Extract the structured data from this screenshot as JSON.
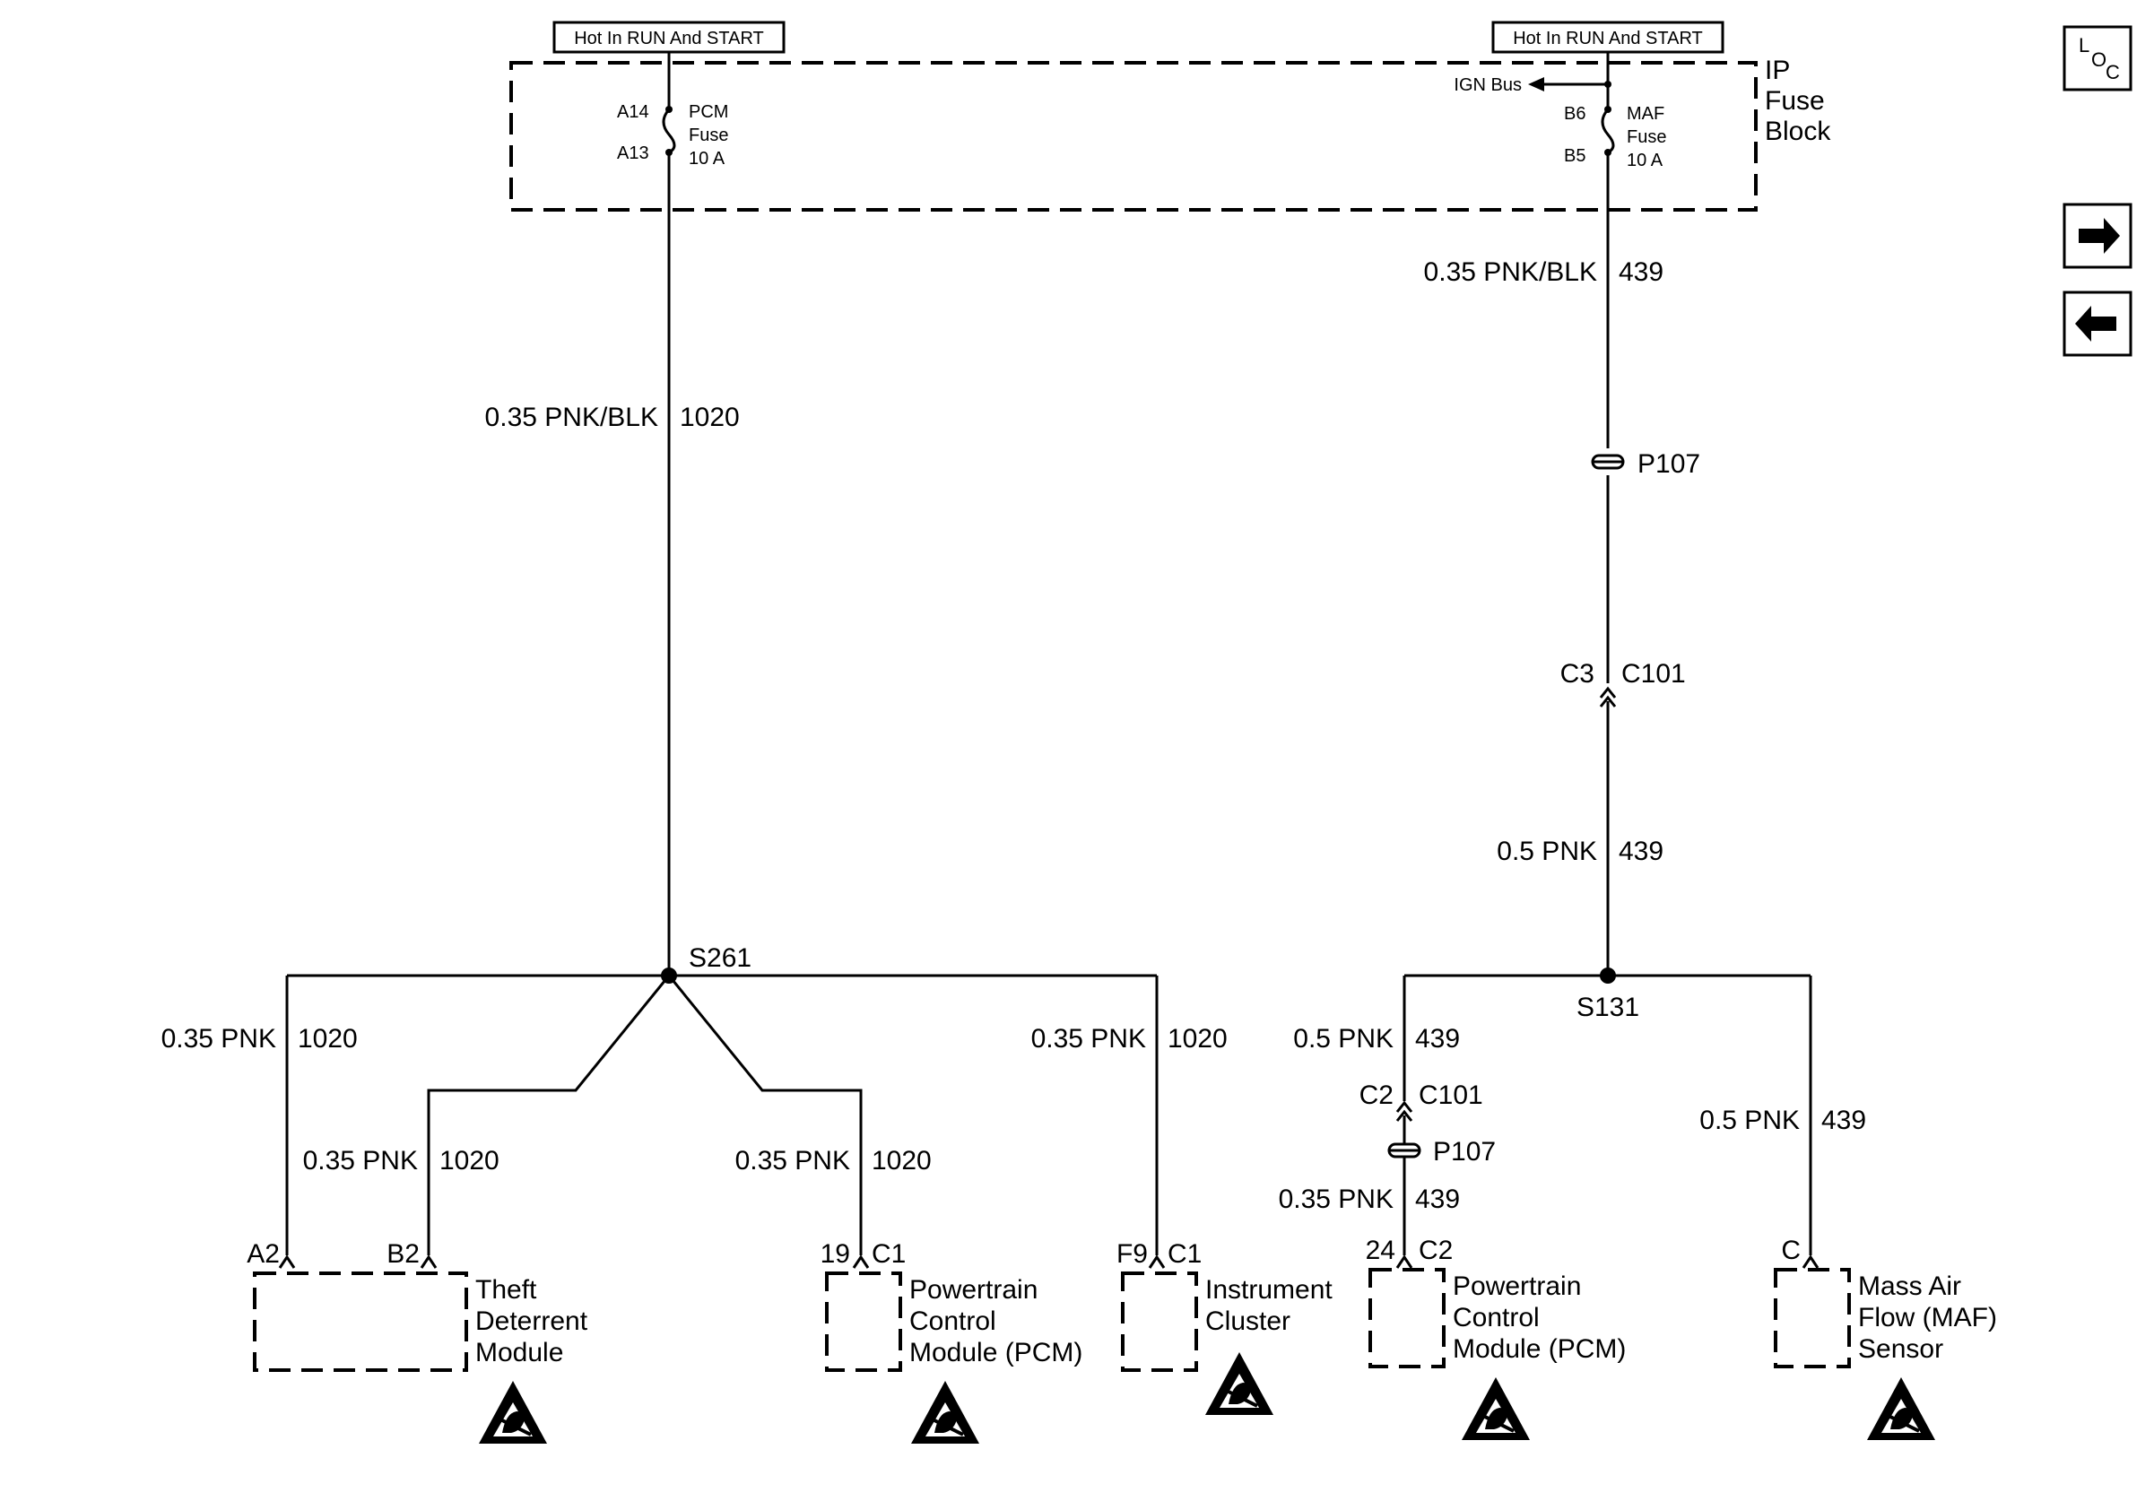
{
  "header_left": "Hot In RUN And START",
  "header_right": "Hot In RUN And START",
  "fuse_block": [
    "IP",
    "Fuse",
    "Block"
  ],
  "pcm_fuse": {
    "top_pin": "A14",
    "bottom_pin": "A13",
    "lines": [
      "PCM",
      "Fuse",
      "10 A"
    ]
  },
  "maf_fuse": {
    "top_pin": "B6",
    "bottom_pin": "B5",
    "lines": [
      "MAF",
      "Fuse",
      "10 A"
    ]
  },
  "ign_bus": "IGN Bus",
  "wires": {
    "w1020_main": [
      "0.35 PNK/BLK",
      "1020"
    ],
    "w439_top": [
      "0.35 PNK/BLK",
      "439"
    ],
    "w439_mid": [
      "0.5 PNK",
      "439"
    ],
    "left_outer": [
      "0.35 PNK",
      "1020"
    ],
    "left_inner": [
      "0.35 PNK",
      "1020"
    ],
    "pcm_left": [
      "0.35 PNK",
      "1020"
    ],
    "cluster": [
      "0.35 PNK",
      "1020"
    ],
    "s131_left_top": [
      "0.5 PNK",
      "439"
    ],
    "s131_left_bottom": [
      "0.35 PNK",
      "439"
    ],
    "maf_wire": [
      "0.5 PNK",
      "439"
    ]
  },
  "splices": {
    "s261": "S261",
    "s131": "S131"
  },
  "connectors": {
    "p107_top": "P107",
    "c101_top": [
      "C3",
      "C101"
    ],
    "c101_bottom": [
      "C2",
      "C101"
    ],
    "p107_bottom": "P107"
  },
  "pins": {
    "theft_a2": "A2",
    "theft_b2": "B2",
    "pcm_left": [
      "19",
      "C1"
    ],
    "cluster": [
      "F9",
      "C1"
    ],
    "pcm_right": [
      "24",
      "C2"
    ],
    "maf": "C"
  },
  "components": {
    "theft": [
      "Theft",
      "Deterrent",
      "Module"
    ],
    "pcm_left": [
      "Powertrain",
      "Control",
      "Module (PCM)"
    ],
    "cluster": [
      "Instrument",
      "Cluster"
    ],
    "pcm_right": [
      "Powertrain",
      "Control",
      "Module (PCM)"
    ],
    "maf": [
      "Mass Air",
      "Flow (MAF)",
      "Sensor"
    ]
  },
  "nav": {
    "loc_icon": "loc-icon",
    "forward_icon": "arrow-right-icon",
    "back_icon": "arrow-left-icon"
  }
}
